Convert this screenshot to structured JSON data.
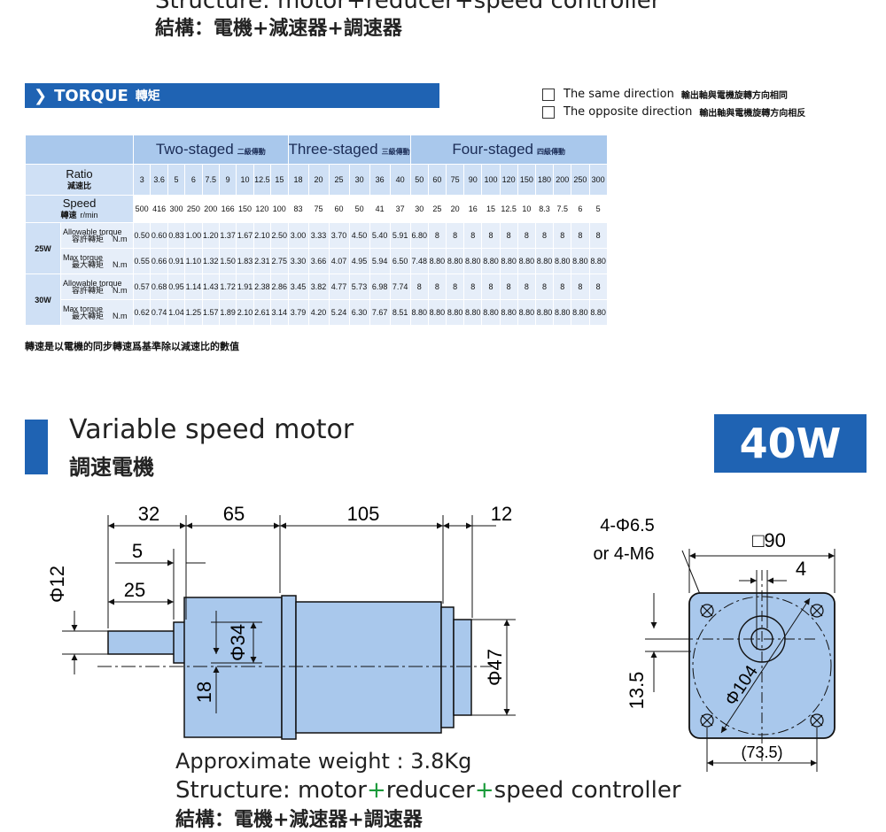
{
  "header": {
    "structure_en": "Structure: motor+reducer+speed controller",
    "structure_zh": "結構：電機+減速器+調速器"
  },
  "torque": {
    "title": "TORQUE",
    "title_zh": "轉矩",
    "legend": [
      {
        "en": "The same direction",
        "zh": "輸出軸與電機旋轉方向相同"
      },
      {
        "en": "The opposite direction",
        "zh": "輸出軸與電機旋轉方向相反"
      }
    ],
    "stages": [
      {
        "en": "Two-staged",
        "zh": "二級傳動",
        "span": 9
      },
      {
        "en": "Three-staged",
        "zh": "三級傳動",
        "span": 6
      },
      {
        "en": "Four-staged",
        "zh": "四級傳動",
        "span": 11
      }
    ],
    "ratio_label": "Ratio",
    "ratio_label_zh": "減速比",
    "speed_label": "Speed",
    "speed_label_zh": "轉速",
    "speed_unit": "r/min",
    "ratios": [
      "3",
      "3.6",
      "5",
      "6",
      "7.5",
      "9",
      "10",
      "12.5",
      "15",
      "18",
      "20",
      "25",
      "30",
      "36",
      "40",
      "50",
      "60",
      "75",
      "90",
      "100",
      "120",
      "150",
      "180",
      "200",
      "250",
      "300"
    ],
    "speeds": [
      "500",
      "416",
      "300",
      "250",
      "200",
      "166",
      "150",
      "120",
      "100",
      "83",
      "75",
      "60",
      "50",
      "41",
      "37",
      "30",
      "25",
      "20",
      "16",
      "15",
      "12.5",
      "10",
      "8.3",
      "7.5",
      "6",
      "5"
    ],
    "rows": [
      {
        "power": "25W",
        "allowable_label": "Allowable torque",
        "allowable_label_zh": "容許轉矩",
        "unit": "N.m",
        "allowable": [
          "0.50",
          "0.60",
          "0.83",
          "1.00",
          "1.20",
          "1.37",
          "1.67",
          "2.10",
          "2.50",
          "3.00",
          "3.33",
          "3.70",
          "4.50",
          "5.40",
          "5.91",
          "6.80",
          "8",
          "8",
          "8",
          "8",
          "8",
          "8",
          "8",
          "8",
          "8",
          "8"
        ],
        "max_label": "Max torque",
        "max_label_zh": "最大轉矩",
        "max": [
          "0.55",
          "0.66",
          "0.91",
          "1.10",
          "1.32",
          "1.50",
          "1.83",
          "2.31",
          "2.75",
          "3.30",
          "3.66",
          "4.07",
          "4.95",
          "5.94",
          "6.50",
          "7.48",
          "8.80",
          "8.80",
          "8.80",
          "8.80",
          "8.80",
          "8.80",
          "8.80",
          "8.80",
          "8.80",
          "8.80"
        ]
      },
      {
        "power": "30W",
        "allowable_label": "Allowable torque",
        "allowable_label_zh": "容許轉矩",
        "unit": "N.m",
        "allowable": [
          "0.57",
          "0.68",
          "0.95",
          "1.14",
          "1.43",
          "1.72",
          "1.91",
          "2.38",
          "2.86",
          "3.45",
          "3.82",
          "4.77",
          "5.73",
          "6.98",
          "7.74",
          "8",
          "8",
          "8",
          "8",
          "8",
          "8",
          "8",
          "8",
          "8",
          "8",
          "8"
        ],
        "max_label": "Max torque",
        "max_label_zh": "最大轉矩",
        "max": [
          "0.62",
          "0.74",
          "1.04",
          "1.25",
          "1.57",
          "1.89",
          "2.10",
          "2.61",
          "3.14",
          "3.79",
          "4.20",
          "5.24",
          "6.30",
          "7.67",
          "8.51",
          "8.80",
          "8.80",
          "8.80",
          "8.80",
          "8.80",
          "8.80",
          "8.80",
          "8.80",
          "8.80",
          "8.80",
          "8.80"
        ]
      }
    ],
    "note": "轉速是以電機的同步轉速爲基準除以減速比的數值"
  },
  "motor": {
    "title": "Variable speed motor",
    "title_zh": "調速電機",
    "power_badge": "40W",
    "dims": {
      "d32": "32",
      "d65": "65",
      "d105": "105",
      "d12": "12",
      "d5": "5",
      "d25": "25",
      "phi12": "Φ12",
      "phi34": "Φ34",
      "d18": "18",
      "phi47": "Φ47",
      "holes": "4-Φ6.5",
      "holes_alt": "or  4-M6",
      "sq90": "□90",
      "d4": "4",
      "d135": "13.5",
      "phi104": "Φ104",
      "d735": "(73.5)"
    },
    "weight": "Approximate weight : 3.8Kg",
    "structure": {
      "a": "Structure: motor",
      "p1": "+",
      "b": "reducer",
      "p2": "+",
      "c": "speed controller"
    },
    "structure_zh": "結構：電機+減速器+調速器"
  },
  "colors": {
    "accent": "#1f63b3",
    "header_cell": "#a9c8ec",
    "light_cell": "#e6eef9",
    "motor_fill": "#a9c8ec"
  }
}
